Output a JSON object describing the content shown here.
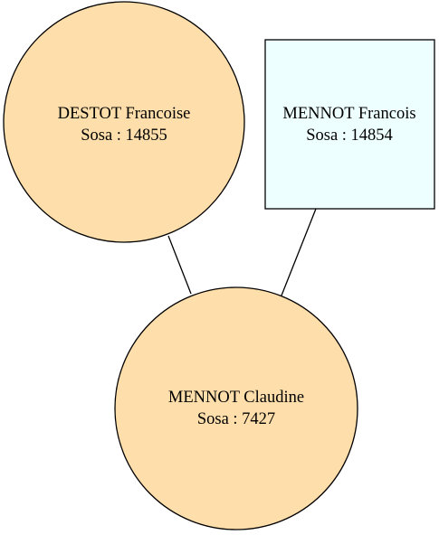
{
  "colors": {
    "female_fill": "#fedeaa",
    "male_fill": "#eeffff",
    "stroke": "#000000",
    "background": "#ffffff"
  },
  "persons": [
    {
      "id": "destot-francoise",
      "name": "DESTOT Francoise",
      "sosa": "Sosa : 14855",
      "shape": "circle",
      "sex": "female"
    },
    {
      "id": "mennot-francois",
      "name": "MENNOT Francois",
      "sosa": "Sosa : 14854",
      "shape": "box",
      "sex": "male"
    },
    {
      "id": "mennot-claudine",
      "name": "MENNOT Claudine",
      "sosa": "Sosa : 7427",
      "shape": "circle",
      "sex": "female"
    }
  ],
  "edges": [
    {
      "from": "destot-francoise",
      "to": "mennot-claudine"
    },
    {
      "from": "mennot-francois",
      "to": "mennot-claudine"
    }
  ]
}
